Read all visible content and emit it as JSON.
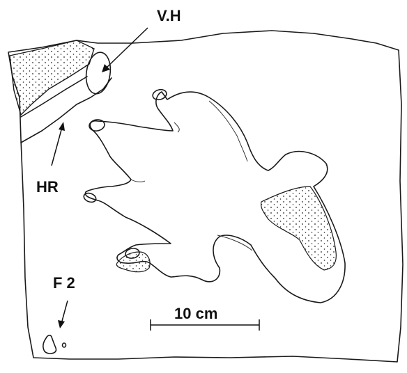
{
  "labels": {
    "vh": "V.H",
    "hr": "HR",
    "f2": "F 2",
    "scale": "10 cm"
  },
  "colors": {
    "ink": "#1a1a1a",
    "paper": "#ffffff",
    "stipple": "#222222"
  }
}
